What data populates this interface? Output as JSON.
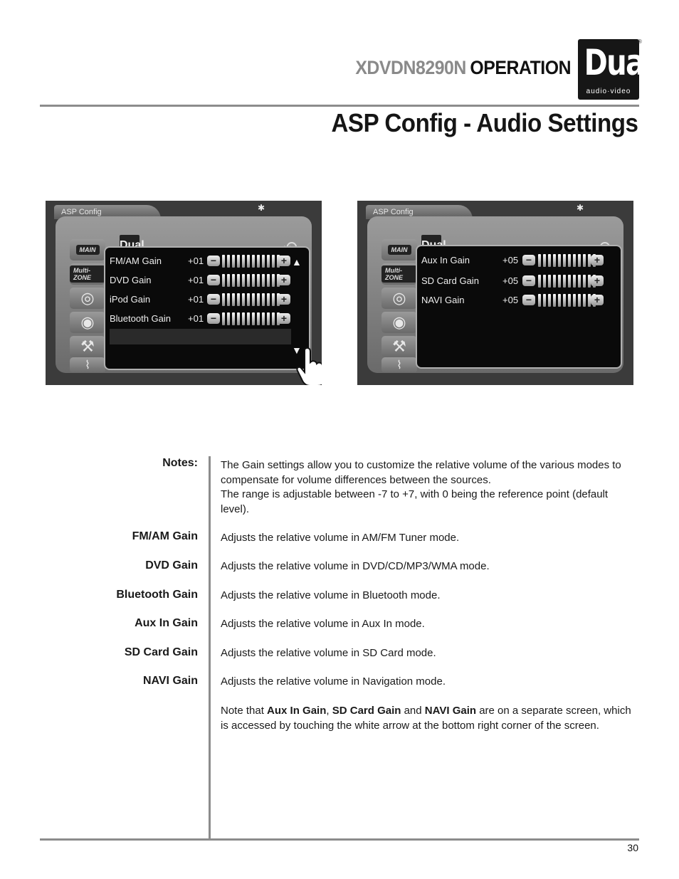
{
  "header": {
    "model": "XDVDN8290N",
    "operation": "OPERATION",
    "logo_word": "Dual",
    "logo_sub": "audio·video",
    "logo_reg": "®"
  },
  "page_title": "ASP Config - Audio Settings",
  "screens": [
    {
      "tab": "ASP Config",
      "side_buttons": [
        "MAIN",
        "Multi-ZONE"
      ],
      "rows": [
        {
          "label": "FM/AM Gain",
          "value": "+01"
        },
        {
          "label": "DVD Gain",
          "value": "+01"
        },
        {
          "label": "iPod Gain",
          "value": "+01"
        },
        {
          "label": "Bluetooth Gain",
          "value": "+01"
        }
      ]
    },
    {
      "tab": "ASP Config",
      "side_buttons": [
        "MAIN",
        "Multi-ZONE"
      ],
      "rows": [
        {
          "label": "Aux In Gain",
          "value": "+05"
        },
        {
          "label": "SD Card Gain",
          "value": "+05"
        },
        {
          "label": "NAVI Gain",
          "value": "+05"
        }
      ]
    }
  ],
  "notes": {
    "heading": "Notes:",
    "intro_1": "The Gain settings allow you to customize the relative volume of the various modes to compensate for volume differences between the sources.",
    "intro_2": "The range is adjustable between -7 to +7, with 0 being the reference point (default level).",
    "items": [
      {
        "term": "FM/AM Gain",
        "desc": "Adjusts the relative volume in AM/FM Tuner mode."
      },
      {
        "term": "DVD Gain",
        "desc": "Adjusts the relative volume in DVD/CD/MP3/WMA mode."
      },
      {
        "term": "Bluetooth Gain",
        "desc": "Adjusts the relative volume in Bluetooth mode."
      },
      {
        "term": "Aux In Gain",
        "desc": "Adjusts the relative volume in Aux In mode."
      },
      {
        "term": "SD Card Gain",
        "desc": "Adjusts the relative volume in SD Card mode."
      },
      {
        "term": "NAVI Gain",
        "desc": "Adjusts the relative volume in Navigation mode."
      }
    ],
    "final": {
      "prefix": "Note that ",
      "b1": "Aux In Gain",
      "sep1": ", ",
      "b2": "SD Card Gain",
      "sep2": " and ",
      "b3": "NAVI Gain",
      "suffix": " are on a separate screen, which is accessed by touching the white arrow at the bottom right corner of the screen."
    }
  },
  "page_number": "30"
}
